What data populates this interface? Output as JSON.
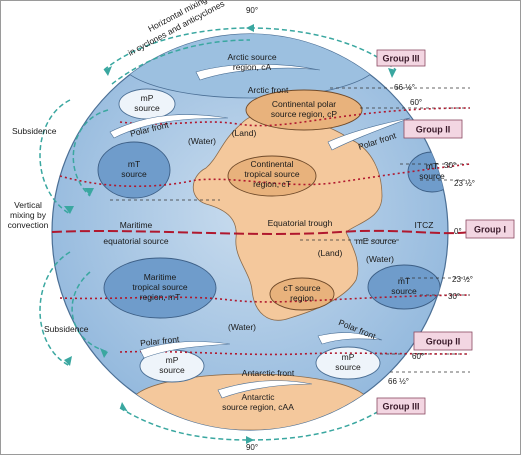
{
  "latitudes": {
    "north_pole": "90°",
    "south_pole": "90°",
    "n66": "66 ½°",
    "n60": "60°",
    "n30": "30°",
    "n23": "23 ½°",
    "eq": "0°",
    "s23": "23 ½°",
    "s30": "30°",
    "s60": "60°",
    "s66": "66 ½°"
  },
  "groups": {
    "g3_north": "Group III",
    "g2_north": "Group II",
    "g1": "Group I",
    "g2_south": "Group II",
    "g3_south": "Group III"
  },
  "side_labels": {
    "horizontal_mixing_1": "Horizontal mixing",
    "horizontal_mixing_2": "in cyclones and anticyclones",
    "subsidence_top": "Subsidence",
    "vertical_mixing_1": "Vertical",
    "vertical_mixing_2": "mixing by",
    "vertical_mixing_3": "convection",
    "subsidence_bottom": "Subsidence"
  },
  "regions": {
    "arctic_1": "Arctic source",
    "arctic_2": "region, cA",
    "arctic_front": "Arctic front",
    "mp_n_1": "mP",
    "mp_n_2": "source",
    "cp_1": "Continental polar",
    "cp_2": "source region, cP",
    "polar_front_nw": "Polar front",
    "polar_front_ne": "Polar front",
    "water_n": "(Water)",
    "land_n": "(Land)",
    "ct_n_1": "Continental",
    "ct_n_2": "tropical source",
    "ct_n_3": "region, cT",
    "mt_nw_1": "mT",
    "mt_nw_2": "source",
    "mt_ne_1": "mT",
    "mt_ne_2": "source",
    "maritime": "Maritime",
    "equatorial_source": "equatorial source",
    "equatorial_trough": "Equatorial trough",
    "itcz": "ITCZ",
    "me_source": "mE source",
    "water_mid": "(Water)",
    "land_s": "(Land)",
    "mt_sw_1": "Maritime",
    "mt_sw_2": "tropical source",
    "mt_sw_3": "region, mT",
    "mt_se_1": "mT",
    "mt_se_2": "source",
    "ct_s_1": "cT source",
    "ct_s_2": "region",
    "water_s": "(Water)",
    "polar_front_sw": "Polar front",
    "polar_front_se": "Polar front",
    "mp_sw_1": "mP",
    "mp_sw_2": "source",
    "antarctic_front": "Antarctic front",
    "mp_se_1": "mP",
    "mp_se_2": "source",
    "caa_1": "Antarctic",
    "caa_2": "source region, cAA"
  },
  "colors": {
    "ocean": "#8fb6dc",
    "ocean_light": "#c9dcee",
    "land": "#f4c89c",
    "source_dark": "#6f9ccb",
    "front_red": "#b0182e",
    "arrow_teal": "#3aa7a0",
    "group_bg": "#f3d6e2"
  }
}
